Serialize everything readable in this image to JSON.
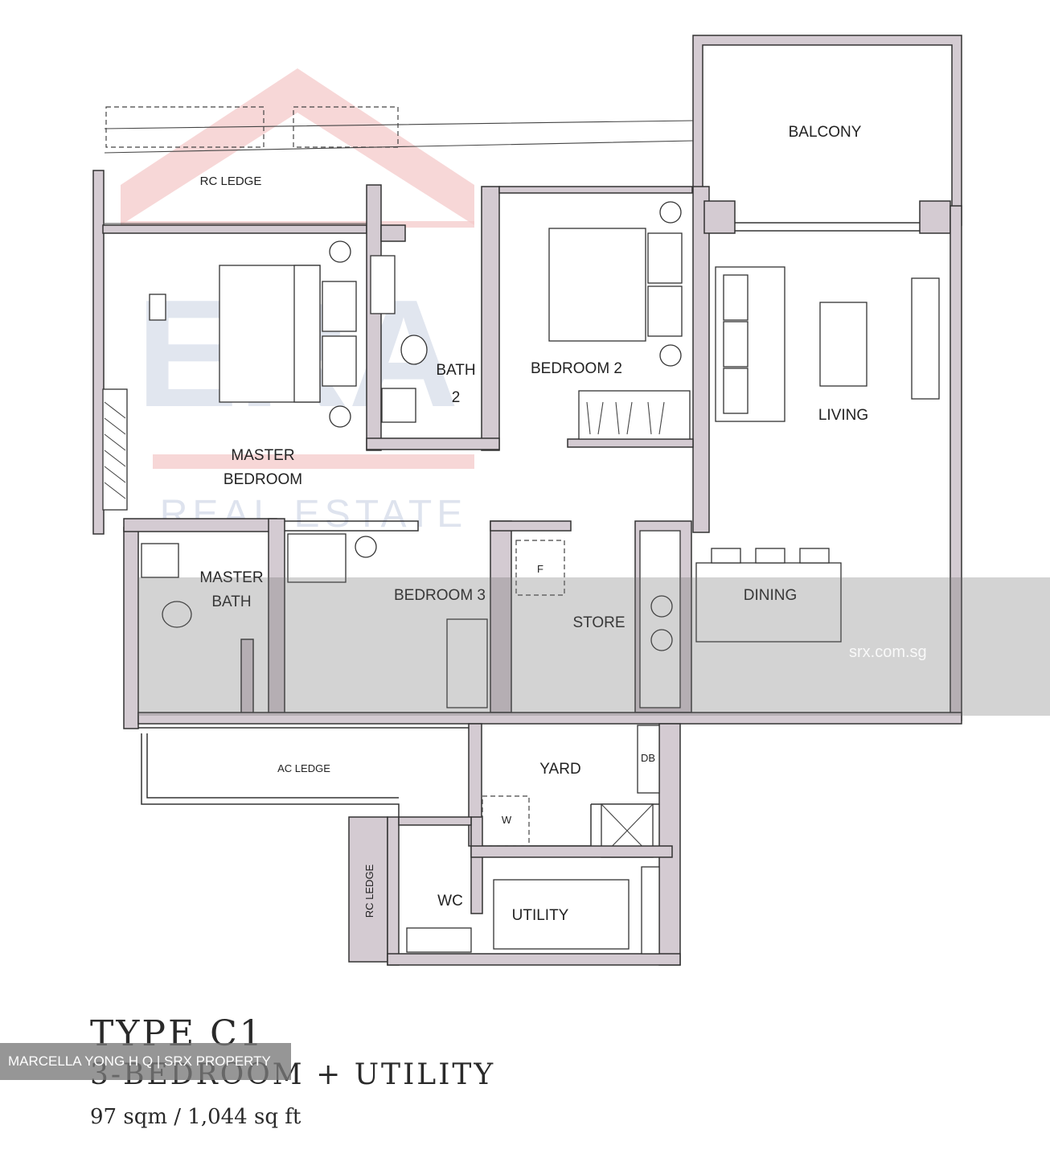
{
  "plan": {
    "rooms": {
      "balcony": "BALCONY",
      "rc_ledge_top": "RC LEDGE",
      "bath2_line1": "BATH",
      "bath2_line2": "2",
      "bedroom2": "BEDROOM 2",
      "living": "LIVING",
      "master_line1": "MASTER",
      "master_line2": "BEDROOM",
      "master_bath_line1": "MASTER",
      "master_bath_line2": "BATH",
      "bedroom3": "BEDROOM 3",
      "store": "STORE",
      "dining": "DINING",
      "fridge": "F",
      "ac_ledge": "AC LEDGE",
      "yard": "YARD",
      "db": "DB",
      "washer": "W",
      "rc_ledge_side": "RC LEDGE",
      "wc": "WC",
      "utility": "UTILITY"
    }
  },
  "title": {
    "type": "TYPE C1",
    "subtitle": "3-BEDROOM + UTILITY",
    "area": "97 sqm / 1,044 sq ft"
  },
  "agent_banner": "MARCELLA YONG H Q | SRX PROPERTY",
  "band_watermark": "srx.com.sg",
  "logo": {
    "text": "ERA",
    "subtext": "REAL ESTATE",
    "color_roof": "#f2c2c2",
    "color_letters": "#c9d2e3"
  },
  "colors": {
    "wall_fill": "#d4cbd2",
    "line": "#333333"
  }
}
